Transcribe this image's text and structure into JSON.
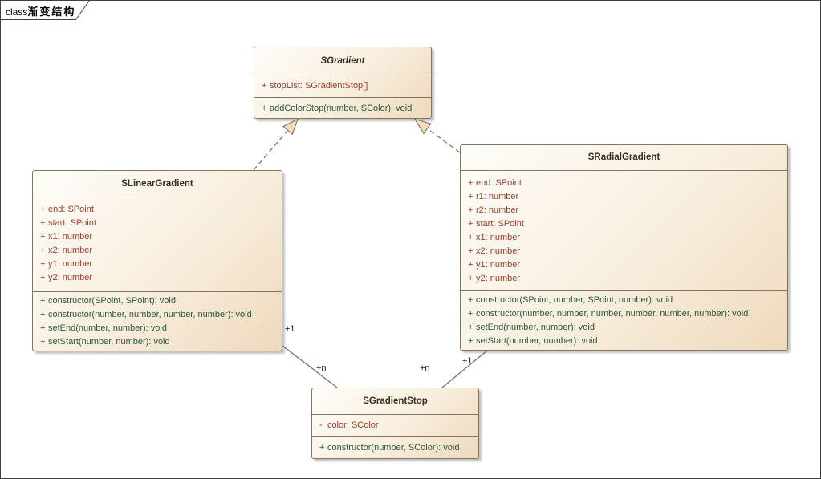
{
  "diagram": {
    "tab": {
      "keyword": "class",
      "title": "渐变结构"
    }
  },
  "classes": [
    {
      "name": "SGradient",
      "abstract": true,
      "attributes": [
        {
          "vis": "+",
          "text": "stopList: SGradientStop[]"
        }
      ],
      "methods": [
        {
          "vis": "+",
          "text": "addColorStop(number, SColor): void"
        }
      ]
    },
    {
      "name": "SLinearGradient",
      "abstract": false,
      "attributes": [
        {
          "vis": "+",
          "text": "end: SPoint"
        },
        {
          "vis": "+",
          "text": "start: SPoint"
        },
        {
          "vis": "+",
          "text": "x1: number"
        },
        {
          "vis": "+",
          "text": "x2: number"
        },
        {
          "vis": "+",
          "text": "y1: number"
        },
        {
          "vis": "+",
          "text": "y2: number"
        }
      ],
      "methods": [
        {
          "vis": "+",
          "text": "constructor(SPoint, SPoint): void"
        },
        {
          "vis": "+",
          "text": "constructor(number, number, number, number): void"
        },
        {
          "vis": "+",
          "text": "setEnd(number, number): void"
        },
        {
          "vis": "+",
          "text": "setStart(number, number): void"
        }
      ]
    },
    {
      "name": "SRadialGradient",
      "abstract": false,
      "attributes": [
        {
          "vis": "+",
          "text": "end: SPoint"
        },
        {
          "vis": "+",
          "text": "r1: number"
        },
        {
          "vis": "+",
          "text": "r2: number"
        },
        {
          "vis": "+",
          "text": "start: SPoint"
        },
        {
          "vis": "+",
          "text": "x1: number"
        },
        {
          "vis": "+",
          "text": "x2: number"
        },
        {
          "vis": "+",
          "text": "y1: number"
        },
        {
          "vis": "+",
          "text": "y2: number"
        }
      ],
      "methods": [
        {
          "vis": "+",
          "text": "constructor(SPoint, number, SPoint, number): void"
        },
        {
          "vis": "+",
          "text": "constructor(number, number, number, number, number, number): void"
        },
        {
          "vis": "+",
          "text": "setEnd(number, number): void"
        },
        {
          "vis": "+",
          "text": "setStart(number, number): void"
        }
      ]
    },
    {
      "name": "SGradientStop",
      "abstract": false,
      "attributes": [
        {
          "vis": "-",
          "text": "color: SColor"
        }
      ],
      "methods": [
        {
          "vis": "+",
          "text": "constructor(number, SColor): void"
        }
      ]
    }
  ],
  "connectors": {
    "realizations": [
      {
        "from": "SLinearGradient",
        "to": "SGradient"
      },
      {
        "from": "SRadialGradient",
        "to": "SGradient"
      }
    ],
    "associations": [
      {
        "from": "SLinearGradient",
        "to": "SGradientStop",
        "source_multiplicity": "+1",
        "target_multiplicity": "+n"
      },
      {
        "from": "SRadialGradient",
        "to": "SGradientStop",
        "source_multiplicity": "+1",
        "target_multiplicity": "+n"
      }
    ]
  },
  "labels": {
    "assoc_left_source": "+1",
    "assoc_left_target": "+n",
    "assoc_right_target": "+n",
    "assoc_right_source": "+1"
  },
  "colors": {
    "attribute_text": "#943f2b",
    "method_text": "#2a5a3a",
    "box_border": "#80755f",
    "box_fill_light": "#fefdfa",
    "box_fill_dark": "#eed9bd",
    "connector_line": "#6e6e6e",
    "arrow_fill": "#f2ddb8",
    "frame_border": "#3f3f3f"
  }
}
